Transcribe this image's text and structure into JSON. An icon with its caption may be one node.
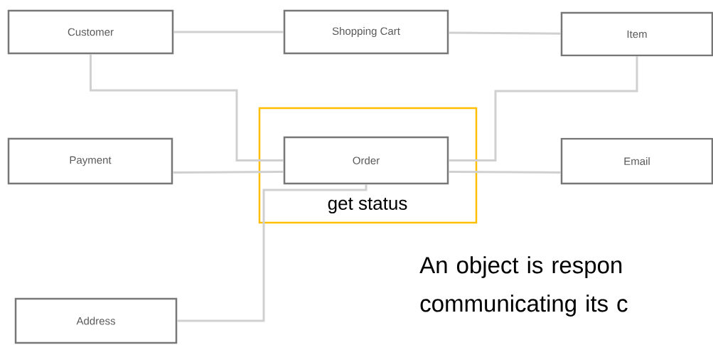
{
  "diagram": {
    "nodes": [
      {
        "text": [
          "get status"
        ]
      },
      {
        "text": [
          "Customer"
        ]
      },
      {
        "text": [
          "Shopping Cart"
        ]
      },
      {
        "text": [
          "Item"
        ]
      },
      {
        "text": [
          "Payment"
        ]
      },
      {
        "text": [
          "Order"
        ],
        "in": 0
      },
      {
        "text": [
          "Email"
        ]
      },
      {
        "text": [
          "Address"
        ]
      }
    ],
    "edges": [
      {
        "from": 1,
        "to": 2,
        "arrow": "none"
      },
      {
        "from": 2,
        "to": 3,
        "arrow": "none"
      },
      {
        "from": 1,
        "to": 5,
        "arrow": "none"
      },
      {
        "from": 3,
        "to": 5,
        "arrow": "none"
      },
      {
        "from": 4,
        "to": 5,
        "arrow": "none"
      },
      {
        "from": 5,
        "to": 6,
        "arrow": "none"
      },
      {
        "from": 5,
        "to": 7,
        "arrow": "none"
      }
    ],
    "labels": [
      "An object is respon communicating its c"
    ]
  }
}
